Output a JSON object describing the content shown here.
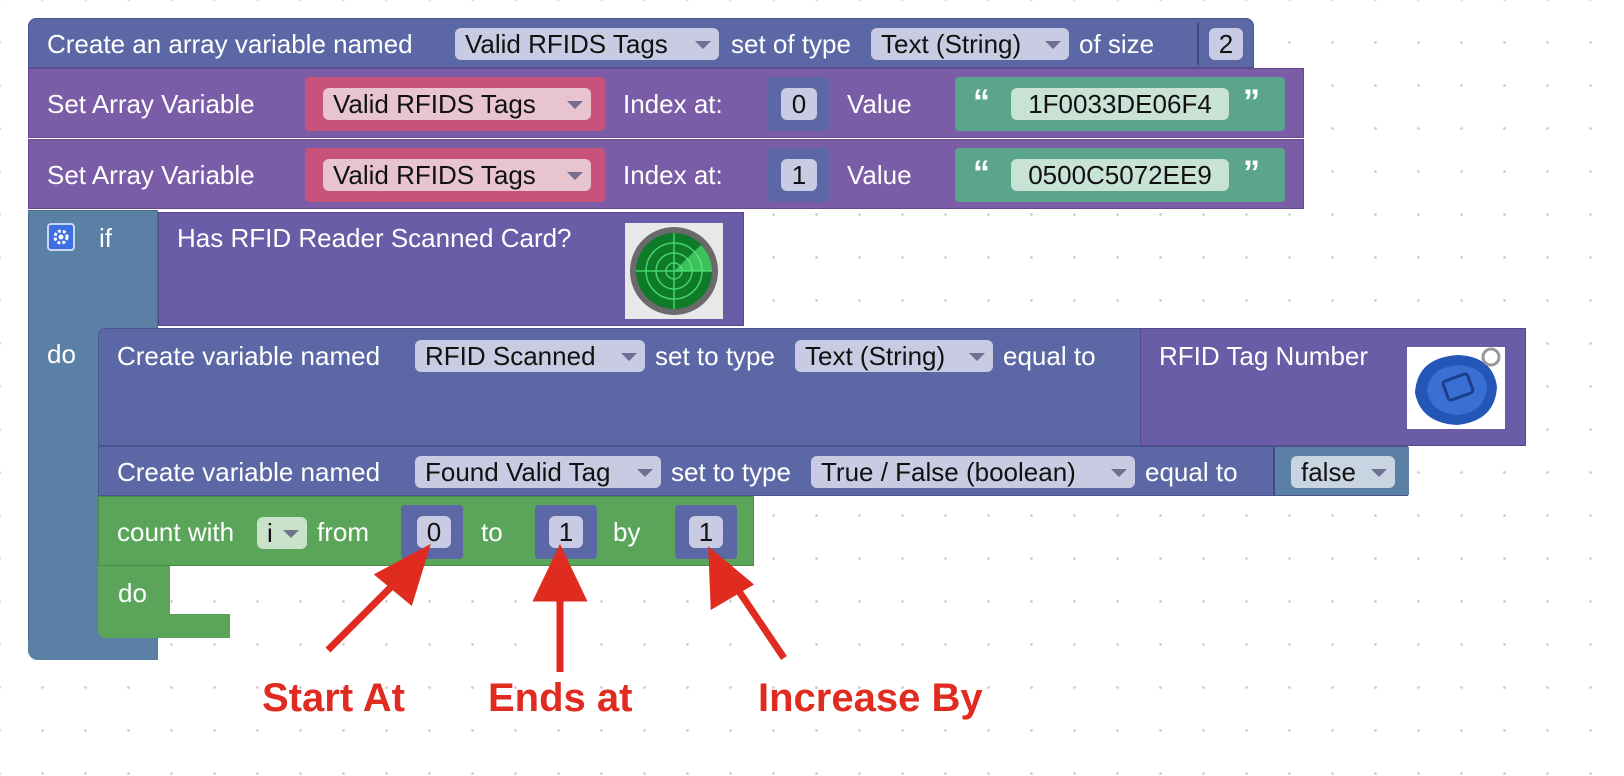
{
  "array_block": {
    "prefix": "Create an array variable named",
    "name_value": "Valid RFIDS Tags",
    "type_label": "set of type",
    "type_value": "Text (String)",
    "size_label": "of size",
    "size_value": "2"
  },
  "set_array_1": {
    "label": "Set Array Variable",
    "var_value": "Valid RFIDS Tags",
    "index_label": "Index at:",
    "index_value": "0",
    "value_label": "Value",
    "open_quote": "“",
    "string_value": "1F0033DE06F4",
    "close_quote": "”"
  },
  "set_array_2": {
    "label": "Set Array Variable",
    "var_value": "Valid RFIDS Tags",
    "index_label": "Index at:",
    "index_value": "1",
    "value_label": "Value",
    "open_quote": "“",
    "string_value": "0500C5072EE9",
    "close_quote": "”"
  },
  "if_block": {
    "if_label": "if",
    "do_label": "do",
    "condition_label": "Has RFID Reader Scanned Card?",
    "condition_icon": "radar-icon"
  },
  "create_var_1": {
    "prefix": "Create variable named",
    "name_value": "RFID Scanned",
    "type_label": "set to type",
    "type_value": "Text (String)",
    "equal_label": "equal to",
    "source_label": "RFID Tag Number",
    "source_icon": "rfid-keyfob-icon"
  },
  "create_var_2": {
    "prefix": "Create variable named",
    "name_value": "Found Valid Tag",
    "type_label": "set to type",
    "type_value": "True / False (boolean)",
    "equal_label": "equal to",
    "bool_value": "false"
  },
  "count_block": {
    "label": "count with",
    "var_value": "i",
    "from_label": "from",
    "from_value": "0",
    "to_label": "to",
    "to_value": "1",
    "by_label": "by",
    "by_value": "1",
    "do_label": "do"
  },
  "annotations": {
    "start_at": "Start At",
    "ends_at": "Ends at",
    "increase_by": "Increase By"
  },
  "colors": {
    "array_block": "#5c68a6",
    "set_array": "#7b5ca6",
    "dropdown_pink": "#e8c4d1",
    "dropdown_pink_border": "#b0546e",
    "text_string": "#5ba58c",
    "if_block": "#5b80a5",
    "condition": "#6a5ca6",
    "create_var": "#5c68a6",
    "bool": "#5b80a5",
    "count_loop": "#5ba55b",
    "annotation_red": "#e02b20"
  }
}
